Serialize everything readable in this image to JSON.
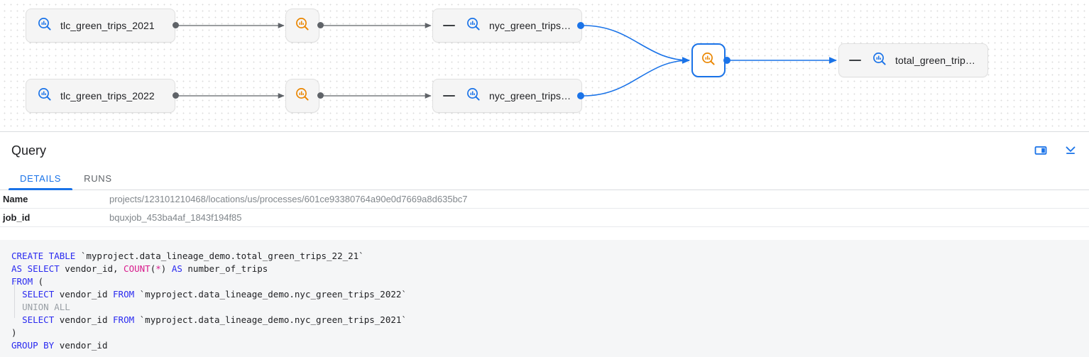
{
  "graph": {
    "nodes": [
      {
        "id": "tlc2021",
        "label": "tlc_green_trips_2021",
        "type": "table",
        "icon": "bigquery-table-icon",
        "selected": false
      },
      {
        "id": "proc1",
        "label": "",
        "type": "process",
        "icon": "bigquery-process-icon",
        "selected": false
      },
      {
        "id": "nyc2021",
        "label": "nyc_green_trips…",
        "type": "table",
        "icon": "bigquery-table-icon",
        "selected": false
      },
      {
        "id": "tlc2022",
        "label": "tlc_green_trips_2022",
        "type": "table",
        "icon": "bigquery-table-icon",
        "selected": false
      },
      {
        "id": "proc2",
        "label": "",
        "type": "process",
        "icon": "bigquery-process-icon",
        "selected": false
      },
      {
        "id": "nyc2022",
        "label": "nyc_green_trips…",
        "type": "table",
        "icon": "bigquery-table-icon",
        "selected": false
      },
      {
        "id": "proc3",
        "label": "",
        "type": "process",
        "icon": "bigquery-process-icon",
        "selected": true
      },
      {
        "id": "total",
        "label": "total_green_trip…",
        "type": "table",
        "icon": "bigquery-table-icon",
        "selected": false
      }
    ],
    "colors": {
      "table_icon": "#1a73e8",
      "process_icon": "#ea8600",
      "selected_border": "#1a73e8",
      "edge_grey": "#5f6368",
      "edge_blue": "#1a73e8",
      "node_fill": "#f5f5f5"
    }
  },
  "panel": {
    "title": "Query",
    "actions": [
      {
        "name": "split-panel-icon",
        "tooltip": "Split panel"
      },
      {
        "name": "collapse-panel-icon",
        "tooltip": "Collapse"
      }
    ],
    "tabs": [
      {
        "id": "details",
        "label": "DETAILS",
        "active": true
      },
      {
        "id": "runs",
        "label": "RUNS",
        "active": false
      }
    ],
    "details": [
      {
        "key": "Name",
        "value": "projects/123101210468/locations/us/processes/601ce93380764a90e0d7669a8d635bc7"
      },
      {
        "key": "job_id",
        "value": "bquxjob_453ba4af_1843f194f85"
      }
    ]
  },
  "sql": {
    "line1_kw": "CREATE TABLE",
    "line1_rest": " `myproject.data_lineage_demo.total_green_trips_22_21`",
    "line2_kw": "AS SELECT",
    "line2_mid": " vendor_id, ",
    "line2_fn": "COUNT",
    "line2_paren_open": "(",
    "line2_star": "*",
    "line2_paren_close": ") ",
    "line2_as": "AS",
    "line2_tail": " number_of_trips",
    "line3_kw": "FROM",
    "line3_rest": " (",
    "line4_kw": "SELECT",
    "line4_mid": " vendor_id ",
    "line4_from": "FROM",
    "line4_tail": " `myproject.data_lineage_demo.nyc_green_trips_2022`",
    "line5_union": "UNION ALL",
    "line6_kw": "SELECT",
    "line6_mid": " vendor_id ",
    "line6_from": "FROM",
    "line6_tail": " `myproject.data_lineage_demo.nyc_green_trips_2021`",
    "line7": ")",
    "line8_kw": "GROUP BY",
    "line8_rest": " vendor_id"
  }
}
